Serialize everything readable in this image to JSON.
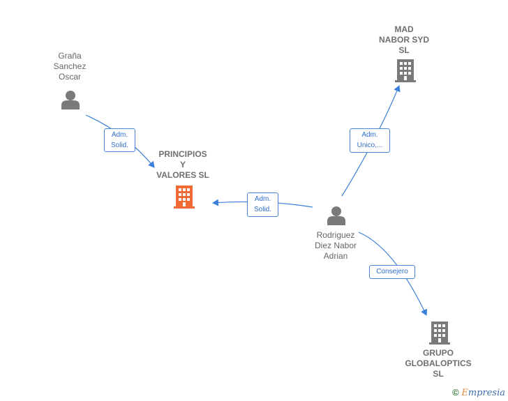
{
  "nodes": {
    "grana": {
      "label": "Graña\nSanchez\nOscar",
      "type": "person"
    },
    "principios": {
      "label": "PRINCIPIOS\nY\nVALORES  SL",
      "type": "company-focus"
    },
    "mad": {
      "label": "MAD\nNABOR SYD\nSL",
      "type": "company"
    },
    "rodriguez": {
      "label": "Rodriguez\nDiez Nabor\nAdrian",
      "type": "person"
    },
    "grupo": {
      "label": "GRUPO\nGLOBALOPTICS\nSL",
      "type": "company"
    }
  },
  "edges": {
    "grana_principios": "Adm.\nSolid.",
    "rodriguez_principios": "Adm.\nSolid.",
    "rodriguez_mad": "Adm.\nUnico,...",
    "rodriguez_grupo": "Consejero"
  },
  "colors": {
    "edge": "#3a7fd9",
    "person": "#7a7a7a",
    "company": "#7a7a7a",
    "focus": "#f06a35"
  },
  "footer": {
    "copyright": "©",
    "brand_first": "E",
    "brand_rest": "mpresia"
  }
}
